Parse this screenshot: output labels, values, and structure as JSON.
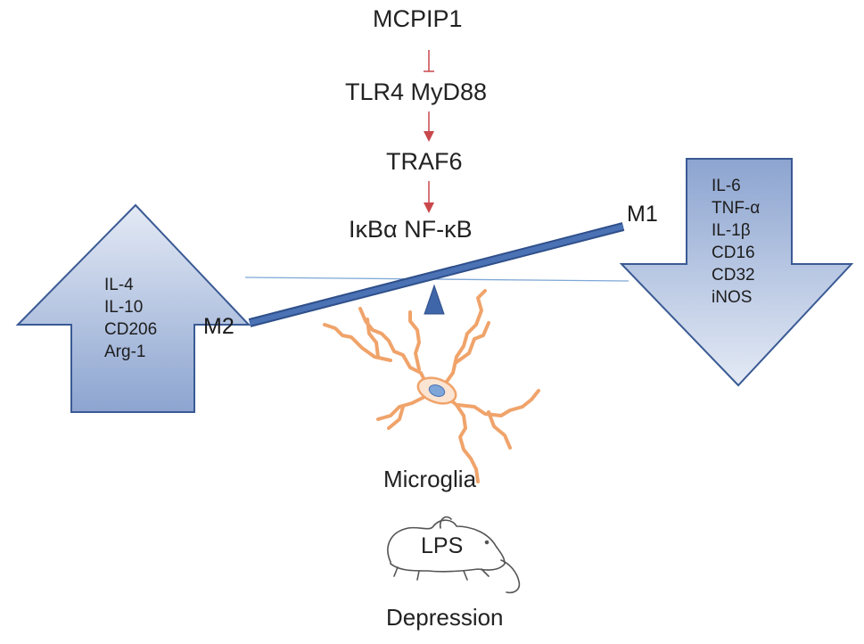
{
  "pathway": {
    "mcpip1": "MCPIP1",
    "tlr4_myd88": "TLR4 MyD88",
    "traf6": "TRAF6",
    "ikba_nfkb": "IκBα NF-κB"
  },
  "m1": {
    "label": "M1",
    "markers": [
      "IL-6",
      "TNF-α",
      "IL-1β",
      "CD16",
      "CD32",
      "iNOS"
    ]
  },
  "m2": {
    "label": "M2",
    "markers": [
      "IL-4",
      "IL-10",
      "CD206",
      "Arg-1"
    ]
  },
  "microglia_label": "Microglia",
  "mouse_label": "LPS",
  "depression_label": "Depression",
  "colors": {
    "arrow_top": "#dfe6f3",
    "arrow_bottom": "#8fa6d1",
    "arrow_stroke": "#3a5a94",
    "beam": "#3f66a8",
    "inhibit": "#c9474c",
    "activate": "#c9474c",
    "microglia": "#f0a36a",
    "nucleus": "#7ea6d8"
  }
}
